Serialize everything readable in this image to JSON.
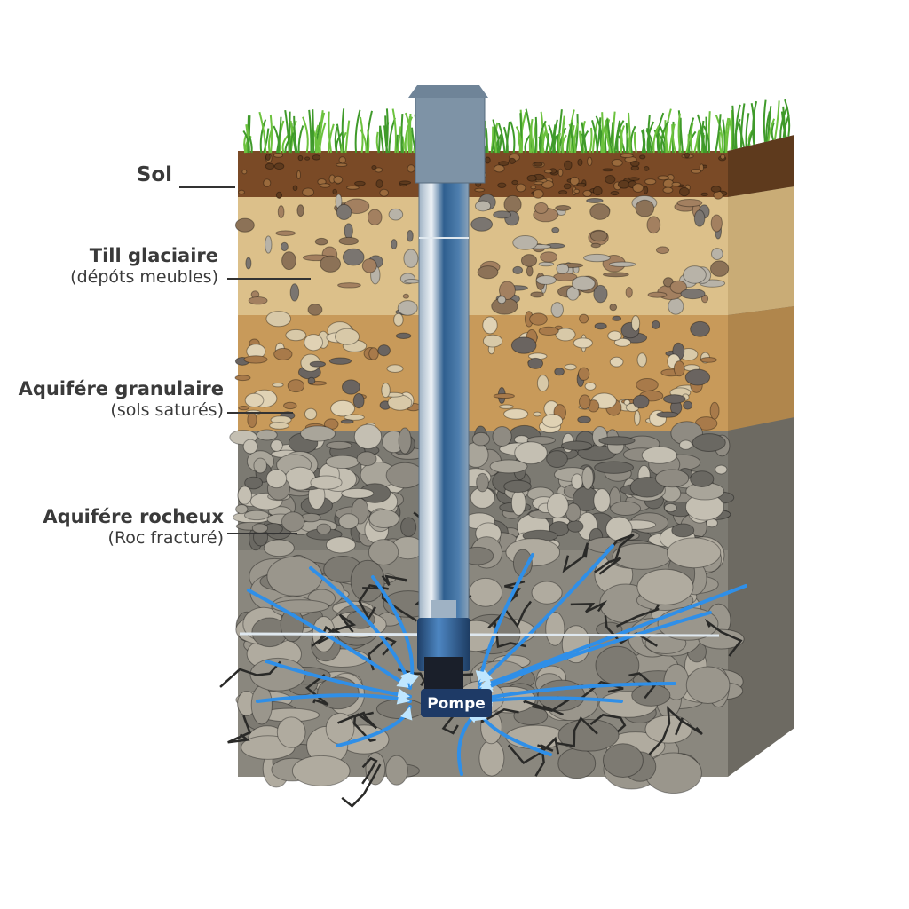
{
  "labels": {
    "sol": "Sol",
    "till": {
      "title": "Till glaciaire",
      "subtitle": "(dépóts meubles)"
    },
    "granular": {
      "title": "Aquifére granulaire",
      "subtitle": "(sols saturés)"
    },
    "rock": {
      "title": "Aquifére rocheux",
      "subtitle": "(Roc fracturé)"
    },
    "pump": "Pompe"
  },
  "colors": {
    "grass": "#3f9a2a",
    "soil": "#7a4a26",
    "till": "#dcc08a",
    "granular": "#c89a5a",
    "gravel_rock": "#7c7a72",
    "fractured_rock": "#8a877e",
    "water": "#2f8fe8",
    "pipe": "#2f5f8f",
    "label_text": "#3a3a3a"
  }
}
